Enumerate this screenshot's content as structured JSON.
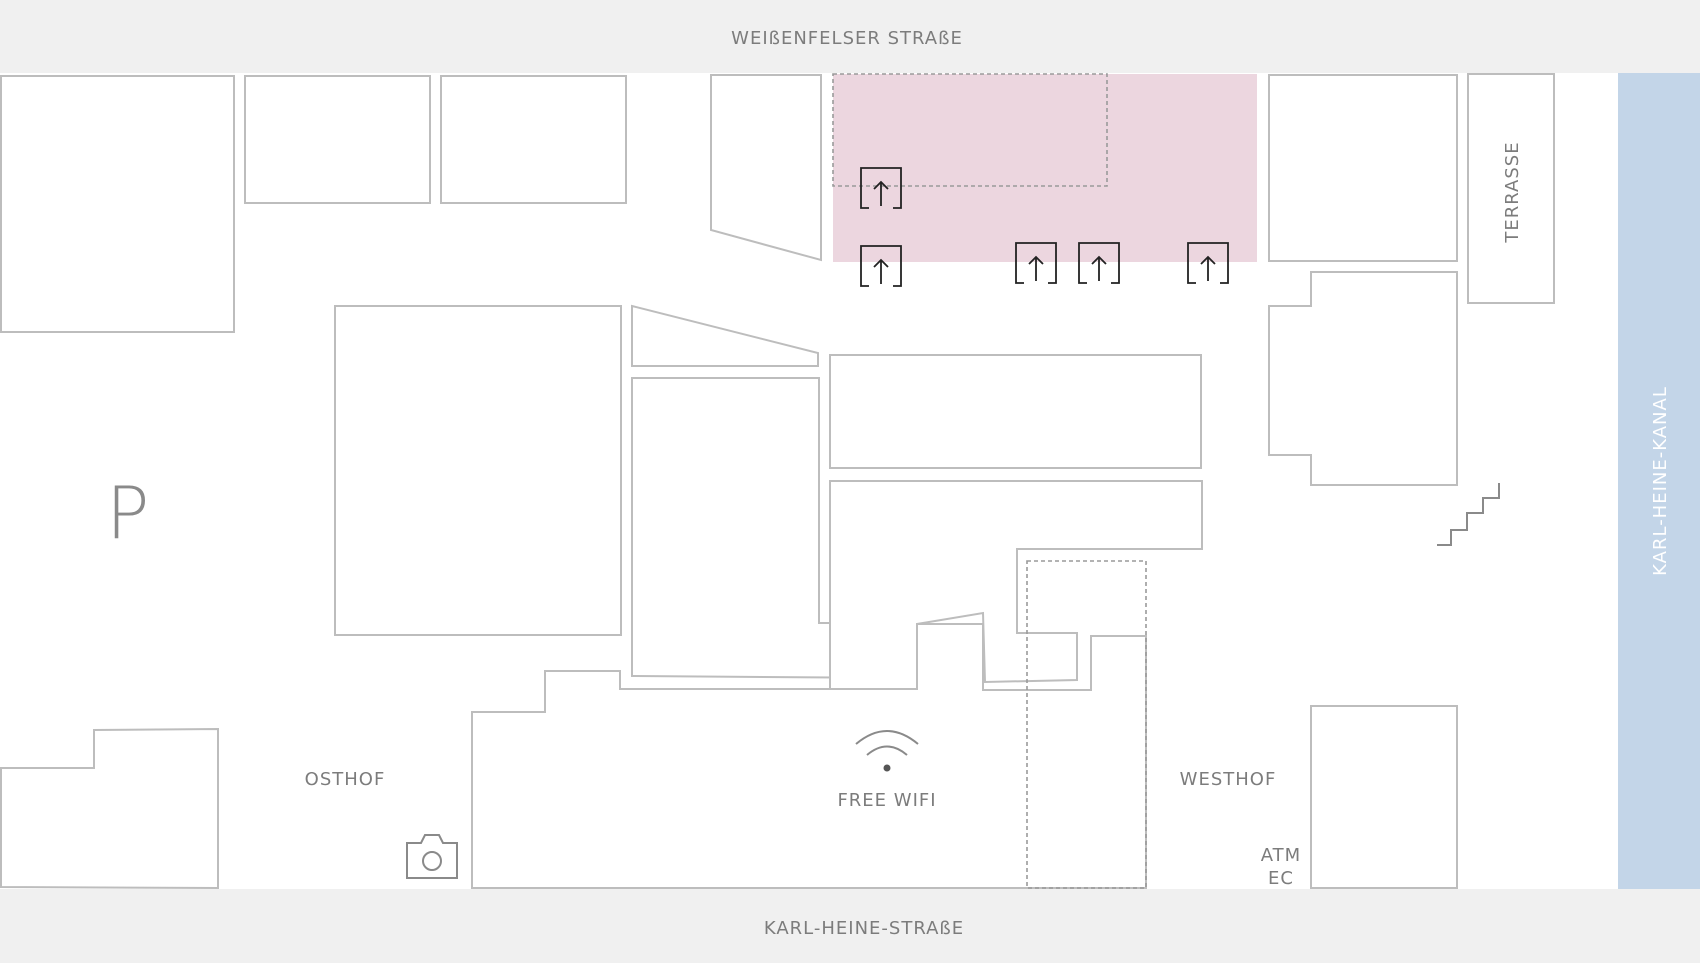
{
  "streets": {
    "top": "WEIßENFELSER STRAßE",
    "bottom": "KARL-HEINE-STRAßE"
  },
  "canal": {
    "label": "KARL-HEINE-KANAL",
    "color": "#c3d5e8"
  },
  "areas": {
    "terrace": "TERRASSE",
    "east_courtyard": "OSTHOF",
    "west_courtyard": "WESTHOF"
  },
  "amenities": {
    "wifi_label": "FREE WIFI",
    "atm_label": "ATM",
    "ec_label": "EC",
    "parking_label": "P"
  },
  "icons": {
    "wifi": "wifi-icon",
    "camera": "camera-icon",
    "stairs": "stairs-icon",
    "entrance": "entrance-arrow-icon",
    "parking": "parking-icon"
  },
  "colors": {
    "road": "#f0f0f0",
    "building_stroke": "#bdbdbd",
    "highlight": "#ecd6df",
    "label": "#7c7c7c"
  }
}
